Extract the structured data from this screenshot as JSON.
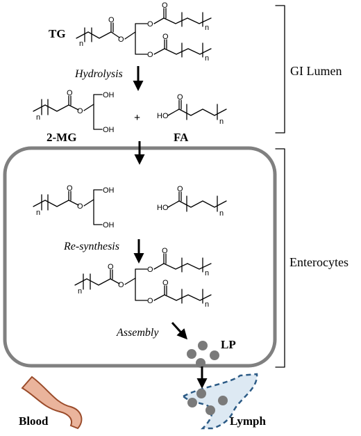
{
  "labels": {
    "tg": "TG",
    "hydrolysis": "Hydrolysis",
    "mg": "2-MG",
    "plus": "+",
    "fa": "FA",
    "resynthesis": "Re-synthesis",
    "assembly": "Assembly",
    "lp": "LP",
    "blood": "Blood",
    "lymph": "Lymph",
    "gi_lumen": "GI Lumen",
    "enterocytes": "Enterocytes"
  },
  "atoms": {
    "O": "O",
    "OH": "OH",
    "HO": "HO",
    "n": "n"
  },
  "colors": {
    "cell_border": "#808080",
    "particle": "#7a7a7a",
    "blood_fill": "#eab49c",
    "blood_edge": "#9a4b2a",
    "lymph_fill": "#dde9f3",
    "lymph_edge": "#2c5b86"
  }
}
